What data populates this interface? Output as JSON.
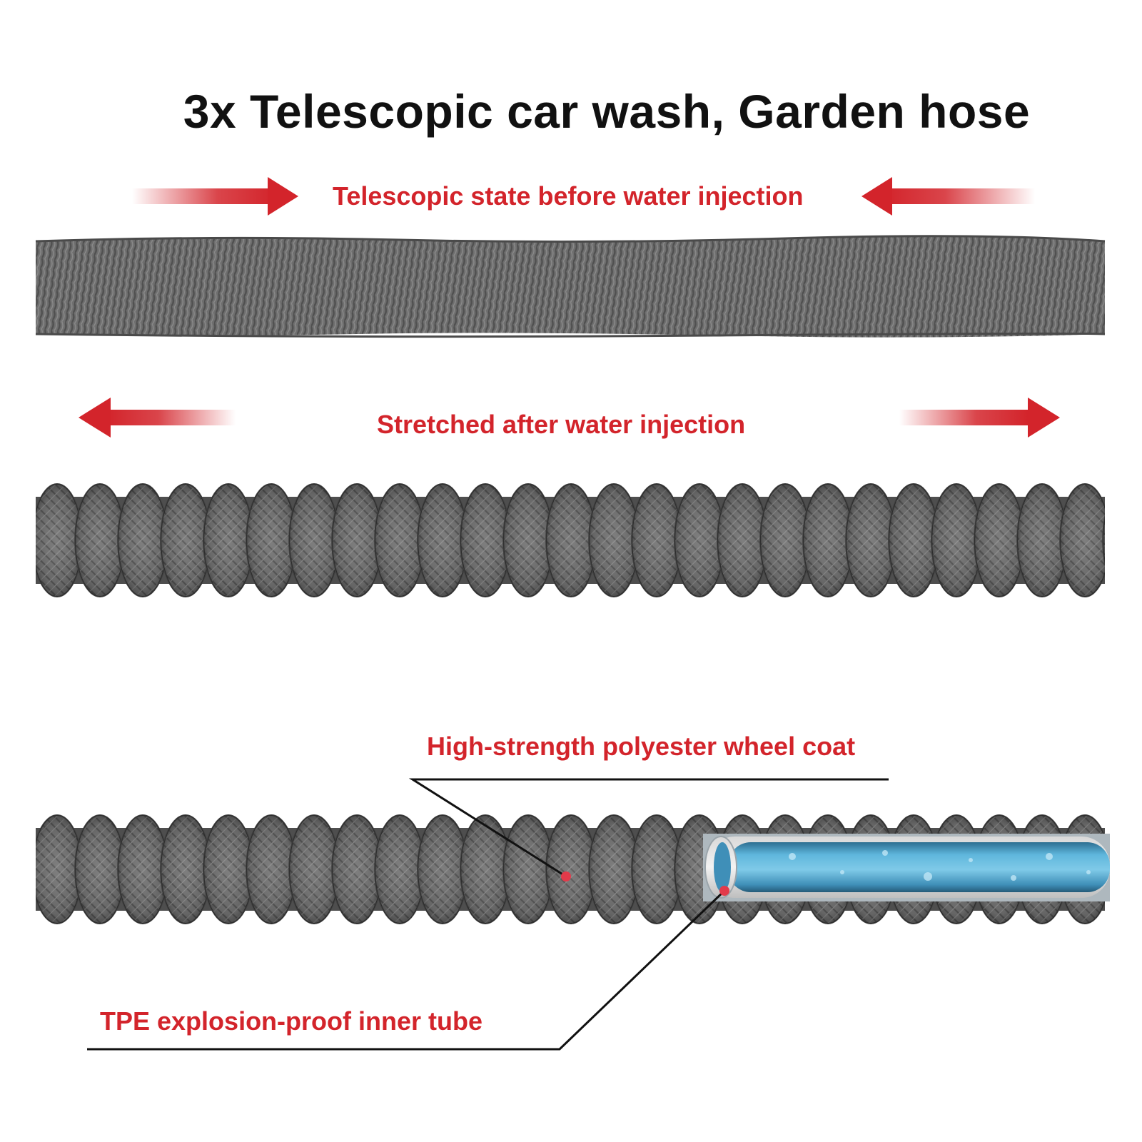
{
  "title": "3x Telescopic car wash, Garden hose",
  "colors": {
    "accent_red": "#d3242b",
    "hose_gray": "#6b6b6b",
    "tube_blue": "#5fb6dc",
    "title_black": "#111111"
  },
  "sections": {
    "before": {
      "caption": "Telescopic state before water injection",
      "arrows": [
        "arrow-right-icon",
        "arrow-left-icon"
      ]
    },
    "after": {
      "caption": "Stretched after water injection",
      "arrows": [
        "arrow-left-icon",
        "arrow-right-icon"
      ]
    },
    "layers": {
      "coat_label": "High-strength polyester wheel coat",
      "tube_label": "TPE explosion-proof inner tube"
    }
  }
}
